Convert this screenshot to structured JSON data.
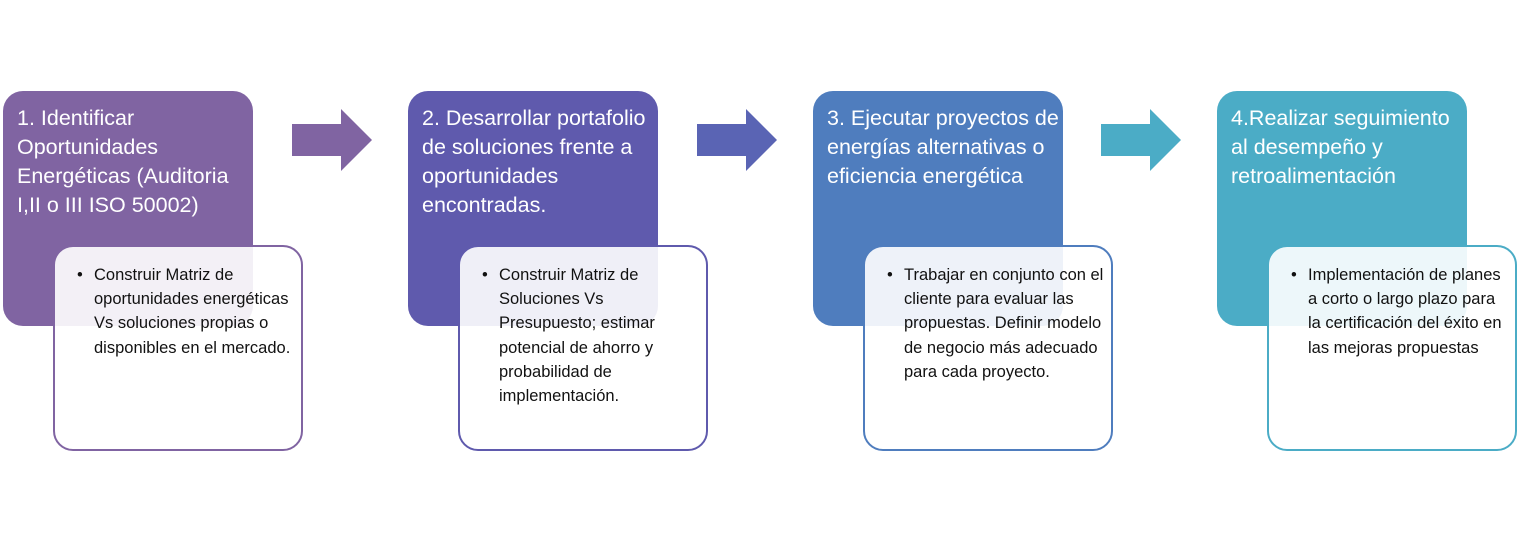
{
  "stages": [
    {
      "title": "1. Identificar Oportunidades Energéticas (Auditoria I,II o III ISO 50002)",
      "detail": "Construir Matriz de oportunidades energéticas Vs soluciones propias o disponibles en el mercado.",
      "color": "#8064a2"
    },
    {
      "title": "2. Desarrollar portafolio de soluciones frente a oportunidades encontradas.",
      "detail": "Construir Matriz de Soluciones Vs Presupuesto; estimar potencial de ahorro y probabilidad de implementación.",
      "color": "#5f5aad"
    },
    {
      "title": "3. Ejecutar proyectos de energías alternativas o eficiencia energética",
      "detail": "Trabajar en conjunto con el cliente para evaluar las propuestas. Definir modelo de negocio más adecuado para cada proyecto.",
      "color": "#4f7dbe"
    },
    {
      "title": "4.Realizar seguimiento al desempeño y retroalimentación",
      "detail": "Implementación de planes a corto o largo plazo para la certificación del éxito en las mejoras propuestas",
      "color": "#4bacc6"
    }
  ],
  "arrow_colors": [
    "#8064a2",
    "#5a64b4",
    "#4bacc6"
  ],
  "bullet": "•"
}
